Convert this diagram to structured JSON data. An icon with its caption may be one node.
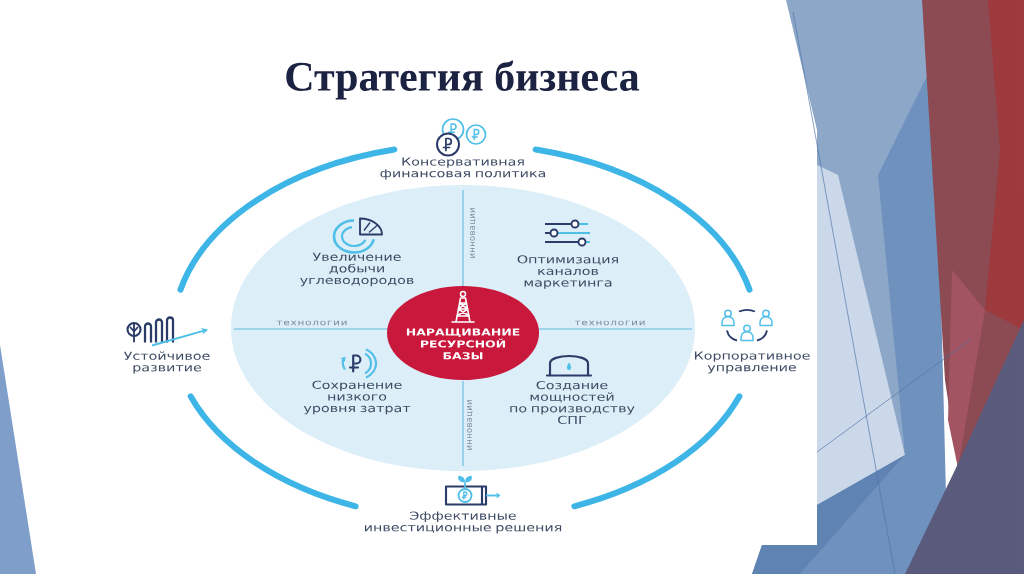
{
  "diagram": {
    "title": "Стратегия бизнеса",
    "nodes": [
      {
        "text": [
          "Консервативная финансовая политика"
        ]
      },
      {
        "text": [],
        "shape": "circle"
      },
      {
        "text": [
          "Увеличение добычи углеводородов"
        ],
        "in": 1
      },
      {
        "text": [
          "Оптимизация каналов маркетинга"
        ],
        "in": 1
      },
      {
        "text": [
          "НАРАЩИВАНИЕ РЕСУРСНОЙ БАЗЫ"
        ],
        "in": 1
      },
      {
        "text": [
          "Сохранение низкого уровня затрат"
        ],
        "in": 1
      },
      {
        "text": [
          "Создание мощностей по производству СПГ"
        ],
        "in": 1
      },
      {
        "text": [
          "Устойчивое развитие"
        ]
      },
      {
        "text": [
          "Корпоративное управление"
        ]
      },
      {
        "text": [
          "Эффективные инвестиционные решения"
        ]
      }
    ],
    "labels": [
      "инновации",
      "технологии",
      "технологии",
      "инновации"
    ]
  }
}
